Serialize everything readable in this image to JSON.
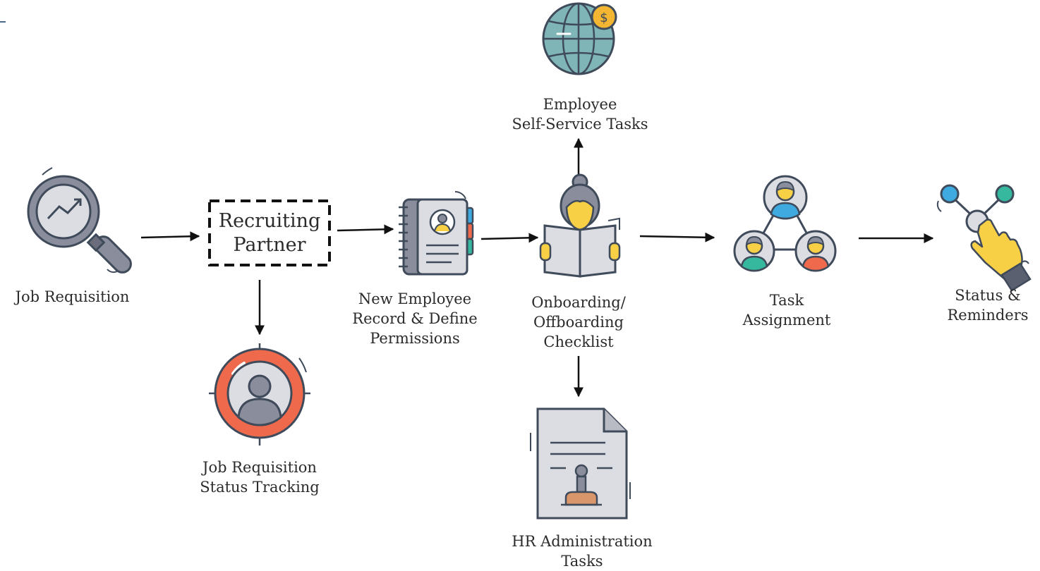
{
  "nodes": {
    "job_requisition": {
      "label": "Job Requisition",
      "icon": "magnifier-chart-icon"
    },
    "recruiting_partner": {
      "line1": "Recruiting",
      "line2": "Partner"
    },
    "status_tracking": {
      "line1": "Job Requisition",
      "line2": "Status Tracking",
      "icon": "person-target-icon"
    },
    "new_employee": {
      "line1": "New Employee",
      "line2": "Record & Define",
      "line3": "Permissions",
      "icon": "address-book-icon"
    },
    "onboarding": {
      "line1": "Onboarding/",
      "line2": "Offboarding",
      "line3": "Checklist",
      "icon": "person-reading-icon"
    },
    "self_service": {
      "line1": "Employee",
      "line2": "Self-Service Tasks",
      "icon": "globe-dollar-icon"
    },
    "hr_admin": {
      "line1": "HR Administration",
      "line2": "Tasks",
      "icon": "stamped-document-icon"
    },
    "task_assignment": {
      "line1": "Task",
      "line2": "Assignment",
      "icon": "team-network-icon"
    },
    "status_reminders": {
      "line1": "Status &",
      "line2": "Reminders",
      "icon": "hand-click-icon"
    }
  },
  "colors": {
    "outline": "#3f4a5a",
    "gray_fill": "#8a8e9c",
    "light_gray": "#dcdde3",
    "teal": "#7fb5b7",
    "red": "#ef6a4c",
    "orange": "#d8966a",
    "yellow": "#f8d046",
    "blue": "#3eaadf",
    "green": "#36b89e",
    "gold": "#f2b632"
  }
}
